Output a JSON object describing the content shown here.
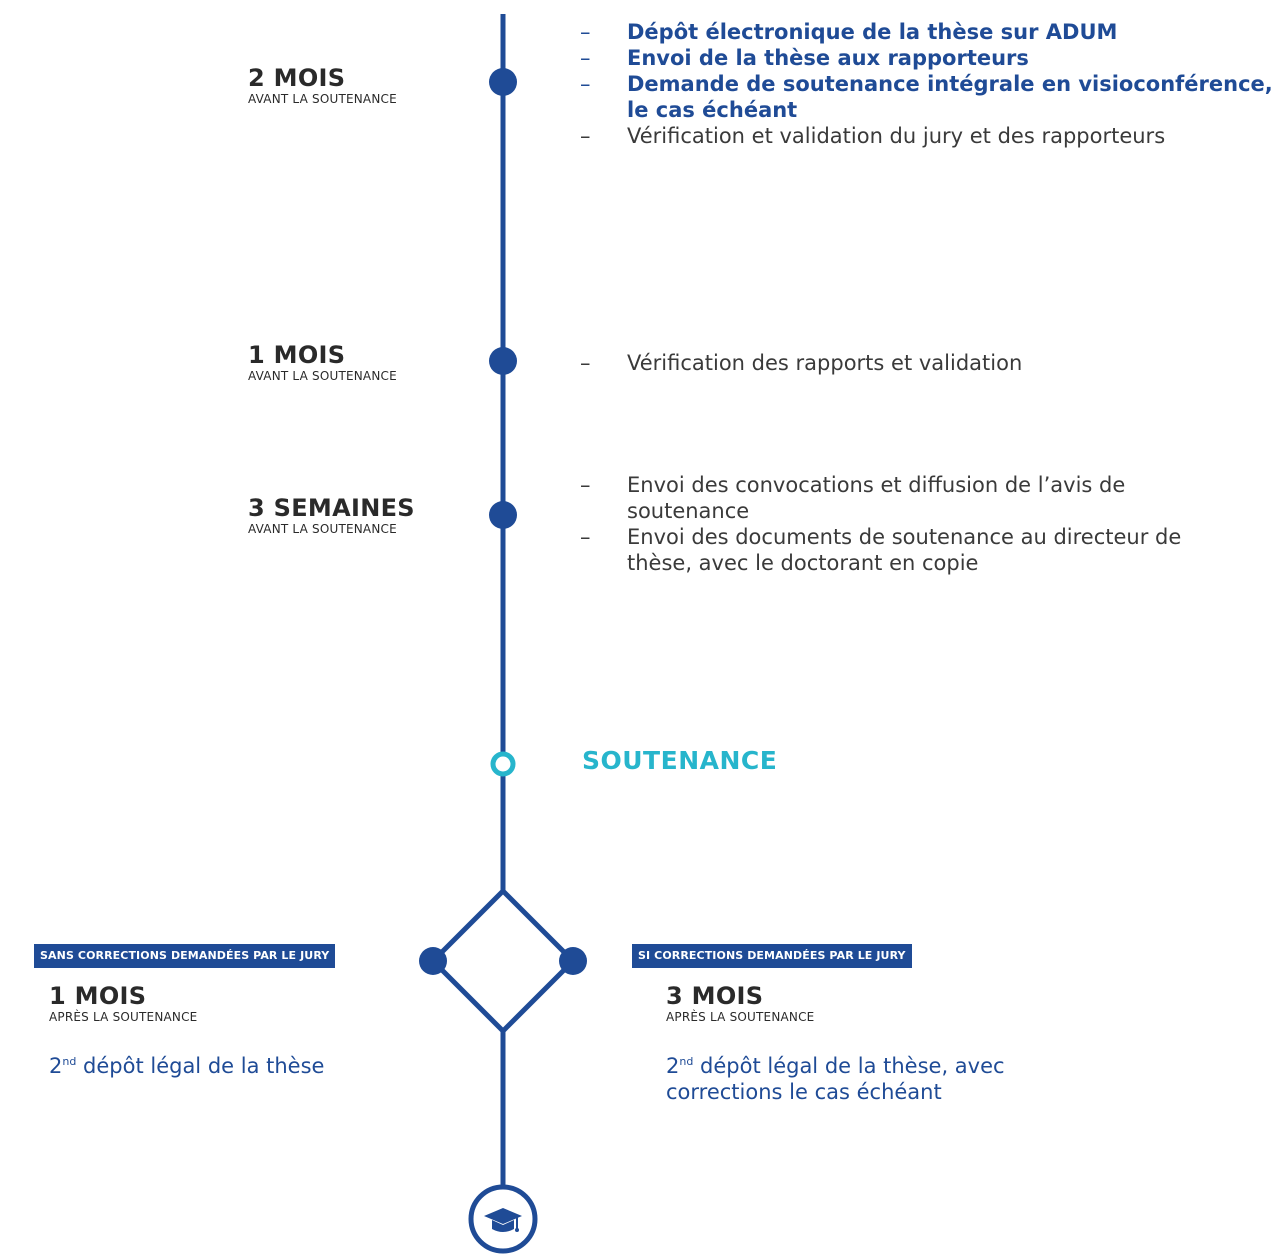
{
  "colors": {
    "line": "#1f4b96",
    "milestone": "#27b5cc",
    "highlight_text": "#1f4b96",
    "tag_background": "#1f4b96",
    "tag_text": "#ffffff"
  },
  "steps": [
    {
      "amount": "2 MOIS",
      "note": "AVANT LA SOUTENANCE",
      "tasks": [
        {
          "text": "Dépôt électronique de la thèse sur ADUM",
          "highlight": true
        },
        {
          "text": "Envoi de la thèse aux rapporteurs",
          "highlight": true
        },
        {
          "text": "Demande de soutenance intégrale en visioconférence, le cas échéant",
          "highlight": true
        },
        {
          "text": "Vérification et validation du jury et des rapporteurs",
          "highlight": false
        }
      ]
    },
    {
      "amount": "1 MOIS",
      "note": "AVANT LA SOUTENANCE",
      "tasks": [
        {
          "text": "Vérification des rapports et validation",
          "highlight": false
        }
      ]
    },
    {
      "amount": "3 SEMAINES",
      "note": "AVANT LA SOUTENANCE",
      "tasks": [
        {
          "text": "Envoi des convocations et diffusion de l’avis de soutenance",
          "highlight": false
        },
        {
          "text": "Envoi des documents de soutenance au directeur de thèse, avec le doctorant en copie",
          "highlight": false
        }
      ]
    }
  ],
  "task_dash": "–",
  "milestone": {
    "label": "SOUTENANCE"
  },
  "branches": {
    "left": {
      "condition": "SANS CORRECTIONS DEMANDÉES PAR LE JURY",
      "amount": "1 MOIS",
      "note": "APRÈS LA SOUTENANCE",
      "deposit_prefix": "2",
      "deposit_sup": "nd",
      "deposit_text": " dépôt légal de la thèse"
    },
    "right": {
      "condition": "SI CORRECTIONS DEMANDÉES PAR LE JURY",
      "amount": "3 MOIS",
      "note": "APRÈS LA SOUTENANCE",
      "deposit_prefix": "2",
      "deposit_sup": "nd",
      "deposit_text": " dépôt légal de la thèse, avec corrections le cas échéant"
    }
  },
  "end_icon": "graduation-cap-icon"
}
